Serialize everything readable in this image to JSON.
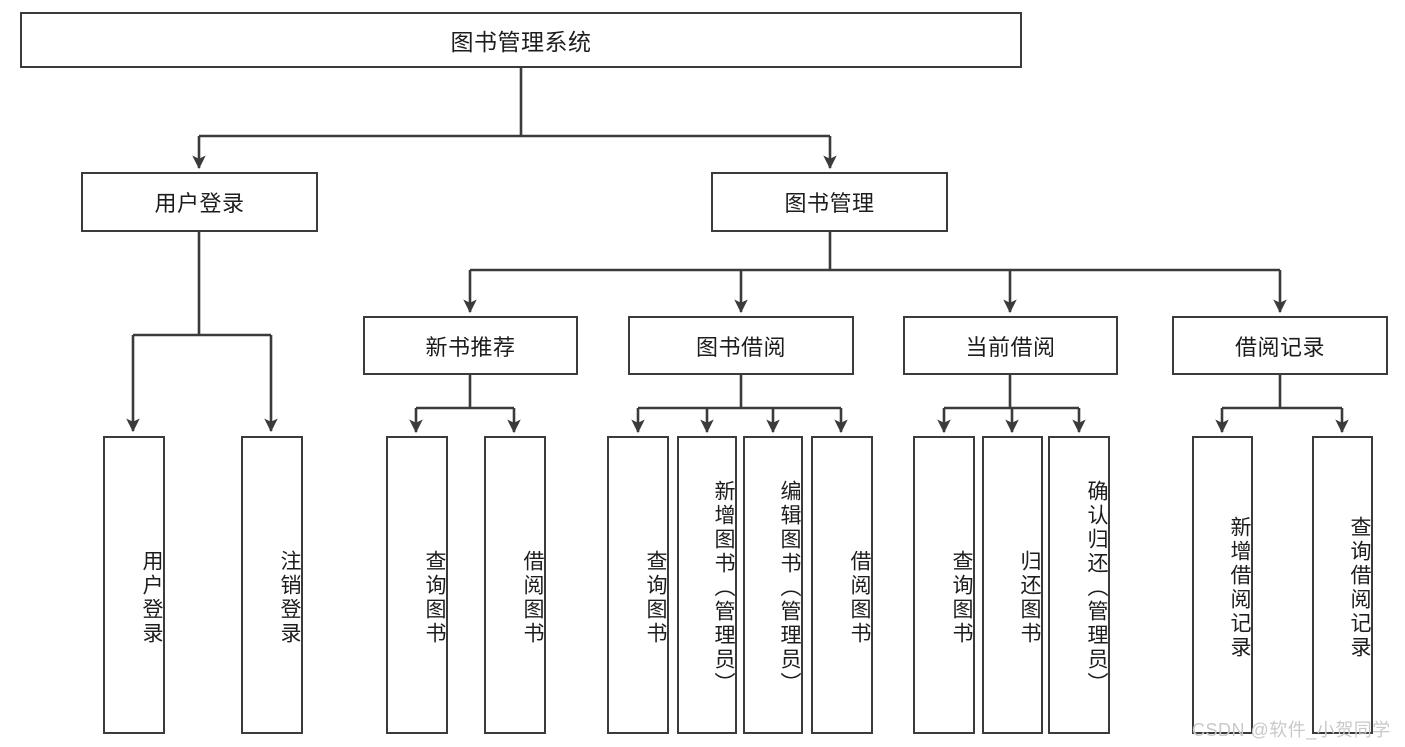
{
  "diagram": {
    "title": "图书管理系统",
    "type": "tree-hierarchy-chart",
    "colors": {
      "box_border": "#3b3b3b",
      "box_fill": "#ffffff",
      "edge": "#3b3b3b",
      "text": "#1d1d1d",
      "watermark": "#c9c9c9",
      "background": "#ffffff"
    },
    "root": {
      "label": "图书管理系统"
    },
    "level2": [
      {
        "id": "user-login",
        "label": "用户登录"
      },
      {
        "id": "book-manage",
        "label": "图书管理"
      }
    ],
    "level3": [
      {
        "id": "new-book-recommend",
        "label": "新书推荐"
      },
      {
        "id": "book-borrow",
        "label": "图书借阅"
      },
      {
        "id": "current-borrow",
        "label": "当前借阅"
      },
      {
        "id": "borrow-record",
        "label": "借阅记录"
      }
    ],
    "leaves": {
      "user_login": [
        {
          "id": "leaf-user-login",
          "label": "用户登录"
        },
        {
          "id": "leaf-user-logout",
          "label": "注销登录"
        }
      ],
      "new_book_recommend": [
        {
          "id": "leaf-query-book-1",
          "label": "查询图书"
        },
        {
          "id": "leaf-borrow-book-1",
          "label": "借阅图书"
        }
      ],
      "book_borrow": [
        {
          "id": "leaf-query-book-2",
          "label": "查询图书"
        },
        {
          "id": "leaf-add-book",
          "label": "新增图书（管理员）"
        },
        {
          "id": "leaf-edit-book",
          "label": "编辑图书（管理员）"
        },
        {
          "id": "leaf-borrow-book-2",
          "label": "借阅图书"
        }
      ],
      "current_borrow": [
        {
          "id": "leaf-query-book-3",
          "label": "查询图书"
        },
        {
          "id": "leaf-return-book",
          "label": "归还图书"
        },
        {
          "id": "leaf-confirm-return",
          "label": "确认归还（管理员）"
        }
      ],
      "borrow_record": [
        {
          "id": "leaf-add-record",
          "label": "新增借阅记录"
        },
        {
          "id": "leaf-query-record",
          "label": "查询借阅记录"
        }
      ]
    },
    "watermark": "CSDN @软件_小贺同学"
  }
}
